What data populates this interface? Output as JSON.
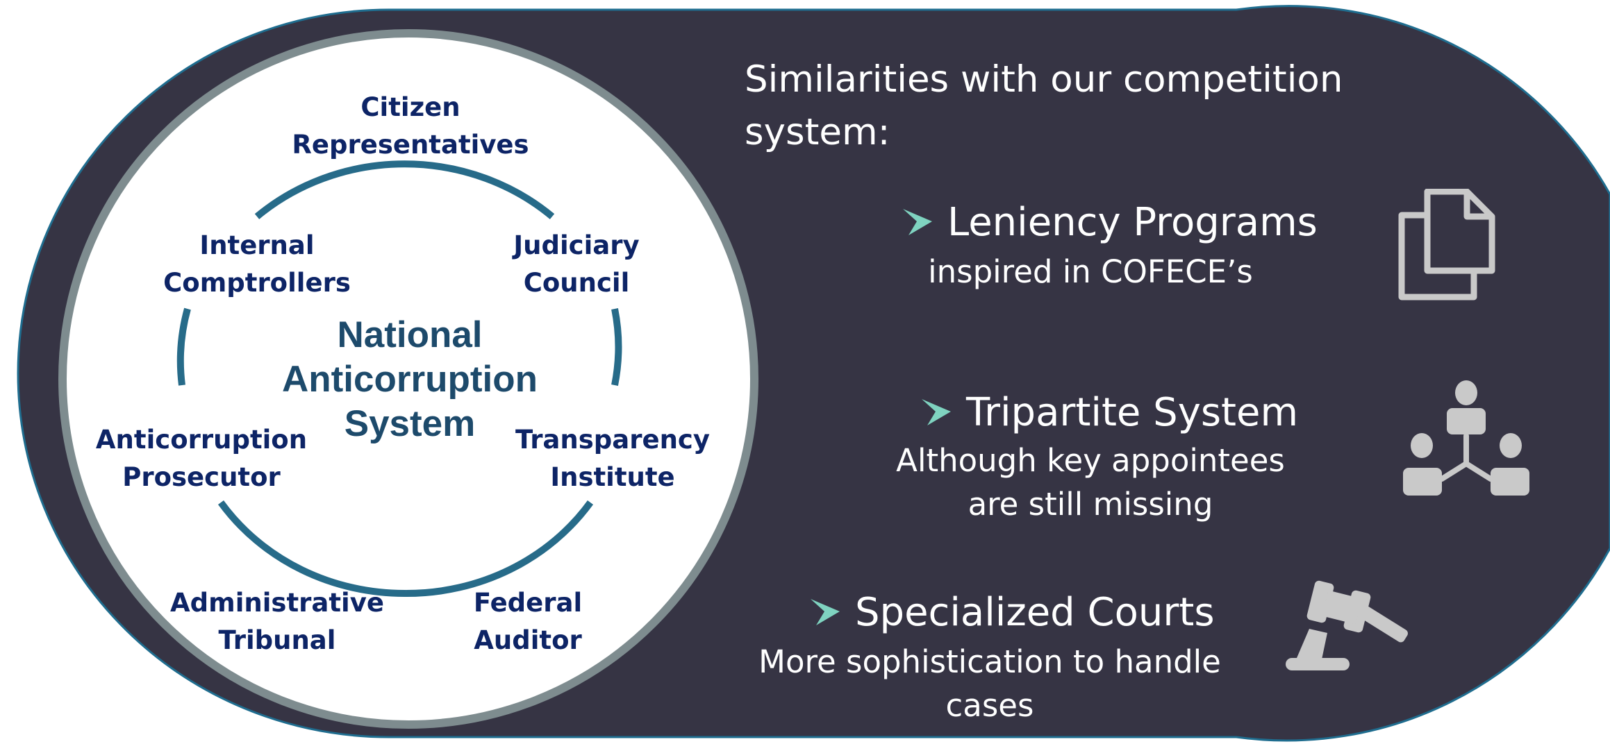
{
  "diagram": {
    "center_lines": [
      "National",
      "Anticorruption",
      "System"
    ],
    "nodes": [
      {
        "id": "citizen",
        "lines": [
          "Citizen",
          "Representatives"
        ]
      },
      {
        "id": "judiciary",
        "lines": [
          "Judiciary",
          "Council"
        ]
      },
      {
        "id": "comptrollers",
        "lines": [
          "Internal",
          "Comptrollers"
        ]
      },
      {
        "id": "prosecutor",
        "lines": [
          "Anticorruption",
          "Prosecutor"
        ]
      },
      {
        "id": "transparency",
        "lines": [
          "Transparency",
          "Institute"
        ]
      },
      {
        "id": "tribunal",
        "lines": [
          "Administrative",
          "Tribunal"
        ]
      },
      {
        "id": "auditor",
        "lines": [
          "Federal",
          "Auditor"
        ]
      }
    ]
  },
  "panel": {
    "heading_lines": [
      "Similarities with our competition",
      "system:"
    ],
    "items": [
      {
        "title": "Leniency Programs",
        "sub_lines": [
          "inspired in COFECE’s"
        ],
        "icon": "documents-icon"
      },
      {
        "title": "Tripartite System",
        "sub_lines": [
          "Although key appointees",
          "are still missing"
        ],
        "icon": "org-chart-icon"
      },
      {
        "title": "Specialized Courts",
        "sub_lines": [
          "More sophistication to handle",
          "cases"
        ],
        "icon": "gavel-icon"
      }
    ]
  },
  "colors": {
    "panel_bg": "#363444",
    "panel_border": "#1f6d8f",
    "circle_ring": "#7e8c8f",
    "inner_ring": "#276b89",
    "node_text": "#0d2466",
    "center_text": "#1d4a6b",
    "bullet": "#7fd3c0",
    "icon": "#c9c9c9"
  }
}
